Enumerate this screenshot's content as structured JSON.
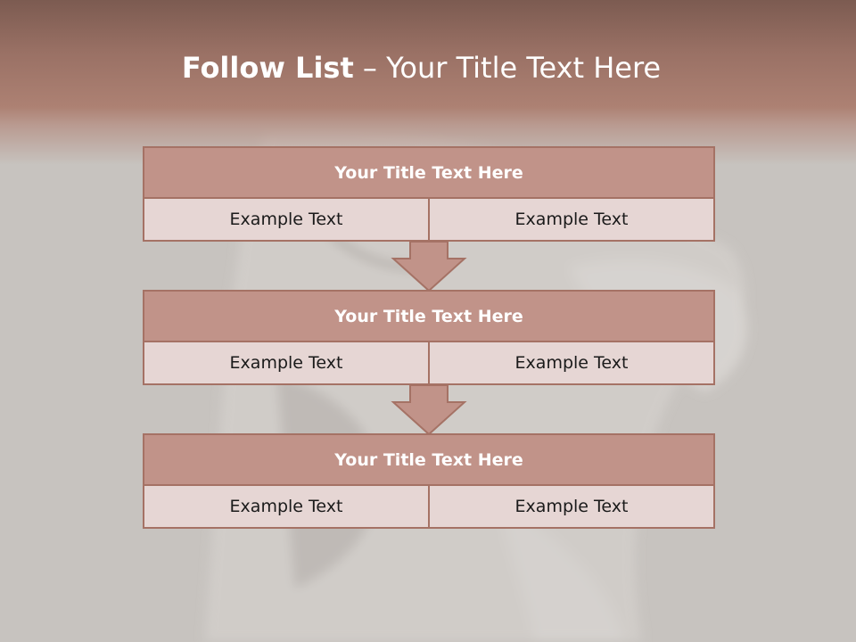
{
  "colors": {
    "title_band": "#9a7165",
    "block_title_fill": "#c19389",
    "block_border": "#a57265",
    "cell_fill": "#e6d6d4",
    "arrow_fill": "#c19389",
    "background": "#c7c3bf"
  },
  "slide": {
    "title_strong": "Follow List",
    "title_rest": " – Your Title Text Here"
  },
  "blocks": [
    {
      "title": "Your Title Text Here",
      "left": "Example Text",
      "right": "Example Text"
    },
    {
      "title": "Your Title Text Here",
      "left": "Example Text",
      "right": "Example Text"
    },
    {
      "title": "Your Title Text Here",
      "left": "Example Text",
      "right": "Example Text"
    }
  ]
}
